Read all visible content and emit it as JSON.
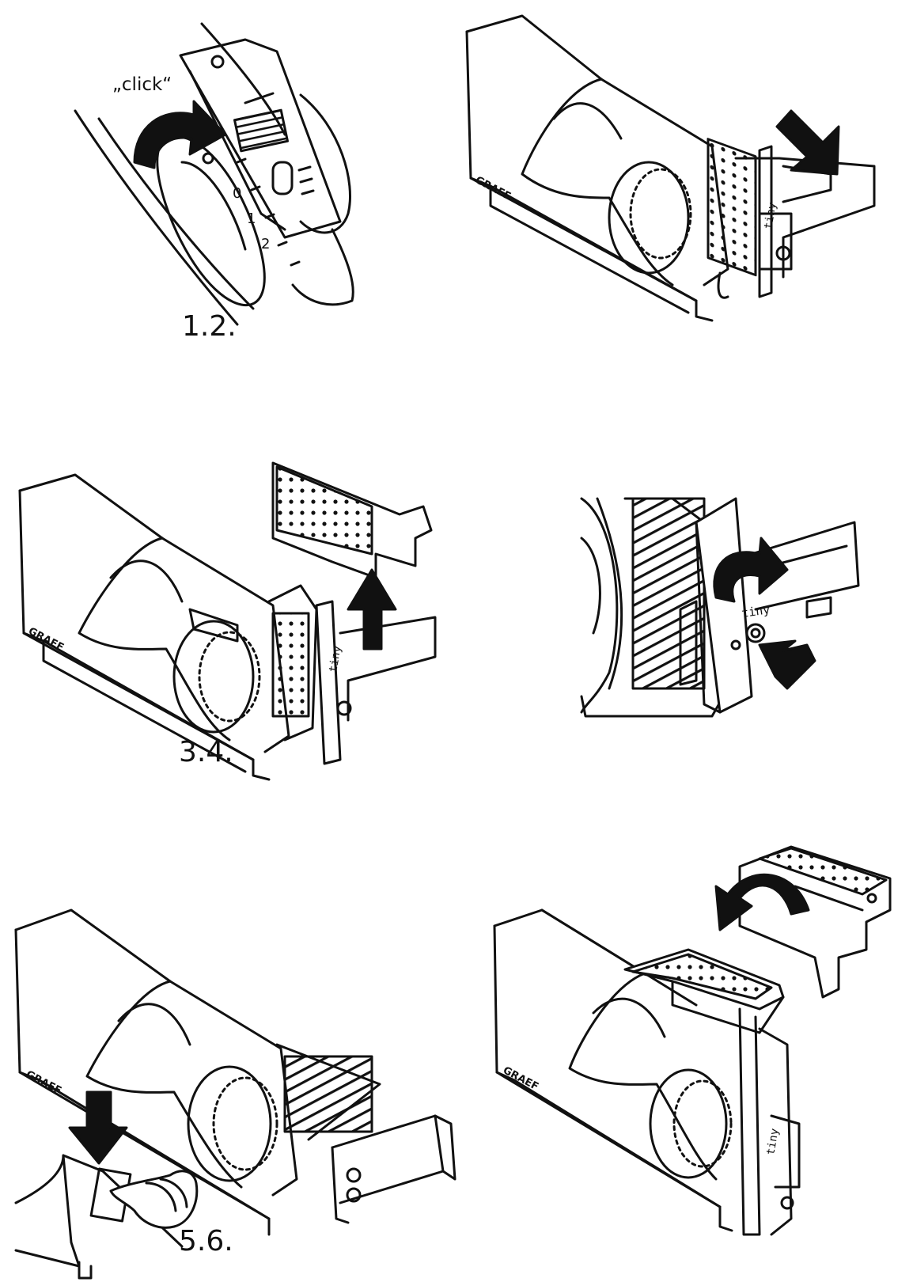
{
  "labels": {
    "click": "„click“",
    "step_1_2": "1.2.",
    "step_3_4": "3.4.",
    "step_5_6": "5.6."
  },
  "brand_mark": "GRAEF",
  "blade_marking": "tiny",
  "colors": {
    "ink": "#111111",
    "paper": "#ffffff"
  },
  "icons": [
    "rotate-arrow-icon",
    "push-arrow-icon",
    "lift-arrow-icon",
    "press-arrow-icon",
    "pointing-hand-icon"
  ]
}
